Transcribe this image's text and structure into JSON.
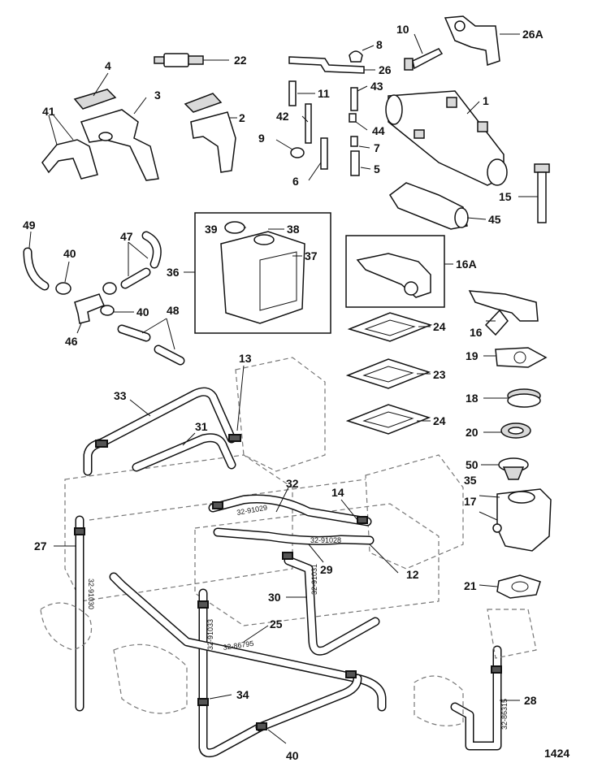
{
  "figure_id": "1424",
  "callouts": {
    "c1": "1",
    "c2": "2",
    "c3": "3",
    "c4": "4",
    "c41": "41",
    "c22": "22",
    "c8": "8",
    "c10": "10",
    "c26A": "26A",
    "c26": "26",
    "c11": "11",
    "c43": "43",
    "c42": "42",
    "c9": "9",
    "c44": "44",
    "c7": "7",
    "c5": "5",
    "c6": "6",
    "c15": "15",
    "c45": "45",
    "c49": "49",
    "c47": "47",
    "c40a": "40",
    "c36": "36",
    "c39": "39",
    "c38": "38",
    "c37": "37",
    "c16A": "16A",
    "c46": "46",
    "c40b": "40",
    "c48": "48",
    "c16": "16",
    "c24a": "24",
    "c19": "19",
    "c23": "23",
    "c13": "13",
    "c33": "33",
    "c18": "18",
    "c24b": "24",
    "c31": "31",
    "c20": "20",
    "c50": "50",
    "c35": "35",
    "c32": "32",
    "c14": "14",
    "c17": "17",
    "c27": "27",
    "c29": "29",
    "c12": "12",
    "c21": "21",
    "c30": "30",
    "c25": "25",
    "c34": "34",
    "c28": "28",
    "c40c": "40"
  },
  "part_numbers": {
    "p91029": "32-91029",
    "p91028": "32-91028",
    "p91030": "32-91030",
    "p91031": "32-91031",
    "p91033": "32-91033",
    "p86795": "32-86795",
    "p86315": "32-86315"
  }
}
